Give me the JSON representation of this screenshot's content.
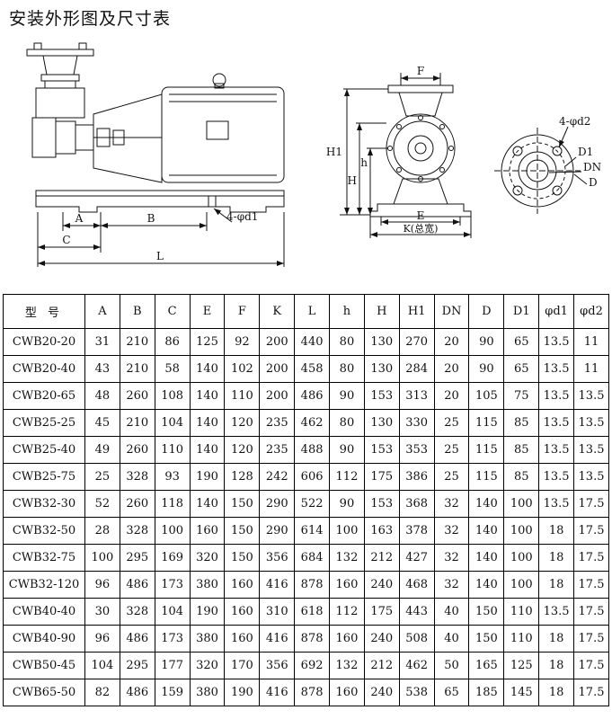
{
  "page": {
    "title": "安装外形图及尺寸表"
  },
  "drawing": {
    "side": {
      "a": "A",
      "b": "B",
      "c": "C",
      "l": "L",
      "bolt_note": "4-φd1"
    },
    "front": {
      "f": "F",
      "h1": "H1",
      "h_cap": "H",
      "h_low": "h",
      "e": "E",
      "k": "K(总宽)"
    },
    "flange": {
      "bolt_note": "4-φd2",
      "d1": "D1",
      "dn": "DN",
      "d": "D"
    }
  },
  "table": {
    "headers": [
      "型 号",
      "A",
      "B",
      "C",
      "E",
      "F",
      "K",
      "L",
      "h",
      "H",
      "H1",
      "DN",
      "D",
      "D1",
      "φd1",
      "φd2"
    ],
    "rows": [
      [
        "CWB20-20",
        "31",
        "210",
        "86",
        "125",
        "92",
        "200",
        "440",
        "80",
        "130",
        "270",
        "20",
        "90",
        "65",
        "13.5",
        "11"
      ],
      [
        "CWB20-40",
        "43",
        "210",
        "58",
        "140",
        "102",
        "200",
        "458",
        "80",
        "130",
        "284",
        "20",
        "90",
        "65",
        "13.5",
        "11"
      ],
      [
        "CWB20-65",
        "48",
        "260",
        "108",
        "140",
        "110",
        "200",
        "486",
        "90",
        "153",
        "313",
        "20",
        "105",
        "75",
        "13.5",
        "13.5"
      ],
      [
        "CWB25-25",
        "45",
        "210",
        "104",
        "140",
        "120",
        "235",
        "462",
        "80",
        "130",
        "330",
        "25",
        "115",
        "85",
        "13.5",
        "13.5"
      ],
      [
        "CWB25-40",
        "49",
        "260",
        "110",
        "140",
        "120",
        "235",
        "488",
        "90",
        "153",
        "353",
        "25",
        "115",
        "85",
        "13.5",
        "13.5"
      ],
      [
        "CWB25-75",
        "25",
        "328",
        "93",
        "190",
        "128",
        "242",
        "606",
        "112",
        "175",
        "386",
        "25",
        "115",
        "85",
        "13.5",
        "13.5"
      ],
      [
        "CWB32-30",
        "52",
        "260",
        "118",
        "140",
        "150",
        "290",
        "522",
        "90",
        "153",
        "368",
        "32",
        "140",
        "100",
        "13.5",
        "17.5"
      ],
      [
        "CWB32-50",
        "28",
        "328",
        "100",
        "160",
        "150",
        "290",
        "614",
        "100",
        "163",
        "378",
        "32",
        "140",
        "100",
        "18",
        "17.5"
      ],
      [
        "CWB32-75",
        "100",
        "295",
        "169",
        "320",
        "150",
        "356",
        "684",
        "132",
        "212",
        "427",
        "32",
        "140",
        "100",
        "18",
        "17.5"
      ],
      [
        "CWB32-120",
        "96",
        "486",
        "173",
        "380",
        "160",
        "416",
        "878",
        "160",
        "240",
        "468",
        "32",
        "140",
        "100",
        "18",
        "17.5"
      ],
      [
        "CWB40-40",
        "30",
        "328",
        "104",
        "190",
        "160",
        "310",
        "618",
        "112",
        "175",
        "443",
        "40",
        "150",
        "110",
        "13.5",
        "17.5"
      ],
      [
        "CWB40-90",
        "96",
        "486",
        "173",
        "380",
        "160",
        "416",
        "878",
        "160",
        "240",
        "508",
        "40",
        "150",
        "110",
        "18",
        "17.5"
      ],
      [
        "CWB50-45",
        "104",
        "295",
        "177",
        "320",
        "170",
        "356",
        "692",
        "132",
        "212",
        "462",
        "50",
        "165",
        "125",
        "18",
        "17.5"
      ],
      [
        "CWB65-50",
        "82",
        "486",
        "159",
        "380",
        "190",
        "416",
        "878",
        "160",
        "240",
        "538",
        "65",
        "185",
        "145",
        "18",
        "17.5"
      ]
    ]
  }
}
